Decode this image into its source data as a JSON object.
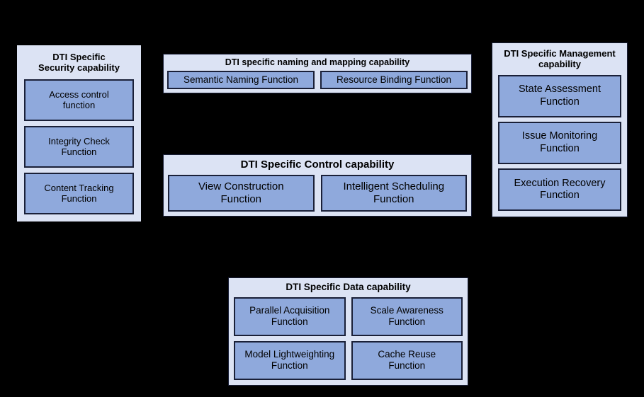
{
  "diagram": {
    "background_color": "#000000",
    "panel_fill": "#dce3f4",
    "box_fill": "#8fa9dc",
    "border_color": "#1a2038",
    "text_color": "#000000"
  },
  "panels": [
    {
      "id": "security",
      "title": "DTI Specific\nSecurity capability",
      "layout": "column",
      "functions": [
        {
          "label": "Access control\nfunction"
        },
        {
          "label": "Integrity Check\nFunction"
        },
        {
          "label": "Content Tracking\nFunction"
        }
      ]
    },
    {
      "id": "naming",
      "title": "DTI specific naming and mapping capability",
      "layout": "row",
      "functions": [
        {
          "label": "Semantic Naming Function"
        },
        {
          "label": "Resource Binding Function"
        }
      ]
    },
    {
      "id": "control",
      "title": "DTI Specific Control capability",
      "layout": "row",
      "functions": [
        {
          "label": "View Construction\nFunction"
        },
        {
          "label": "Intelligent Scheduling\nFunction"
        }
      ]
    },
    {
      "id": "management",
      "title": "DTI Specific Management\ncapability",
      "layout": "column",
      "functions": [
        {
          "label": "State Assessment\nFunction"
        },
        {
          "label": "Issue Monitoring\nFunction"
        },
        {
          "label": "Execution Recovery\nFunction"
        }
      ]
    },
    {
      "id": "data",
      "title": "DTI Specific Data capability",
      "layout": "grid",
      "functions": [
        {
          "label": "Parallel Acquisition\nFunction"
        },
        {
          "label": "Scale Awareness\nFunction"
        },
        {
          "label": "Model Lightweighting\nFunction"
        },
        {
          "label": "Cache Reuse\nFunction"
        }
      ]
    }
  ]
}
